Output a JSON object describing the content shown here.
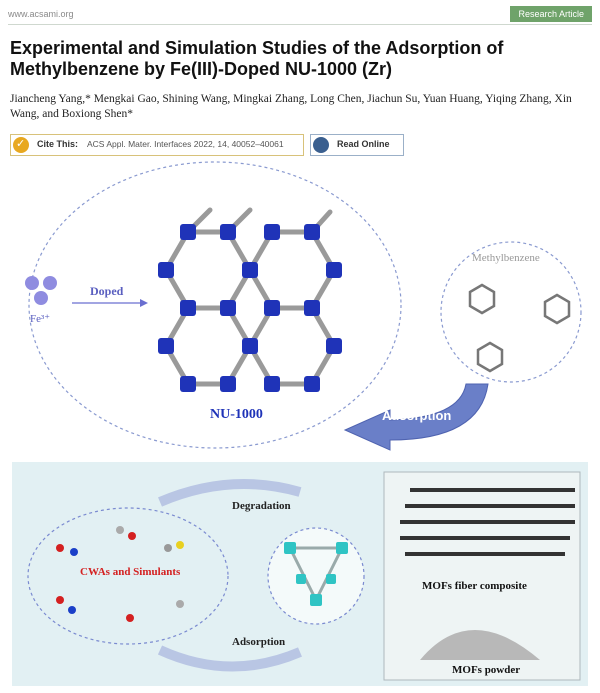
{
  "header": {
    "site": "www.acsami.org",
    "badge": "Research Article"
  },
  "article": {
    "title": "Experimental and Simulation Studies of the Adsorption of Methylbenzene by Fe(III)-Doped NU-1000 (Zr)",
    "authors": "Jiancheng Yang,* Mengkai Gao, Shining Wang, Mingkai Zhang, Long Chen, Jiachun Su, Yuan Huang, Yiqing Zhang, Xin Wang, and Boxiong Shen*"
  },
  "cite": {
    "label": "Cite This:",
    "text": "ACS Appl. Mater. Interfaces 2022, 14, 40052–40061"
  },
  "read_online": "Read Online",
  "figure1": {
    "ion_label": "Fe³⁺",
    "doped_label": "Doped",
    "framework_label": "NU-1000",
    "guest_label": "Methylbenzene",
    "arrow_label": "Adsorption"
  },
  "figure2": {
    "degradation_label": "Degradation",
    "adsorption_label": "Adsorption",
    "cwa_label": "CWAs and Simulants",
    "fiber_label": "MOFs fiber composite",
    "powder_label": "MOFs powder"
  },
  "colors": {
    "accent_green": "#6fa36a",
    "framework_blue": "#1f33b8",
    "mof_teal": "#2fc4c4",
    "cwa_red": "#d42020"
  }
}
